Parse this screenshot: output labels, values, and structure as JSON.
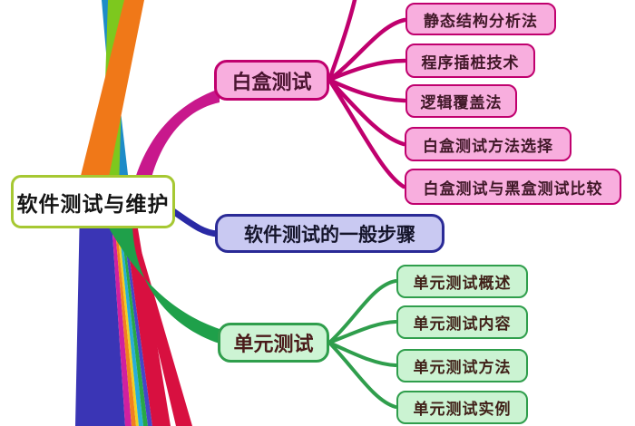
{
  "root": {
    "label": "软件测试与维护"
  },
  "branches": [
    {
      "label": "白盒测试",
      "children": [
        "静态结构分析法",
        "程序插桩技术",
        "逻辑覆盖法",
        "白盒测试方法选择",
        "白盒测试与黑盒测试比较"
      ]
    },
    {
      "label": "软件测试的一般步骤",
      "children": []
    },
    {
      "label": "单元测试",
      "children": [
        "单元测试概述",
        "单元测试内容",
        "单元测试方法",
        "单元测试实例"
      ]
    }
  ],
  "colors": {
    "root_border": "#A6C832",
    "magenta": "#C0006E",
    "ribbon_magenta": "#C8188C",
    "pink_fill": "#F8AEDE",
    "blue_border": "#2A2A96",
    "blue_fill": "#C9C9F2",
    "blue_connector": "#2A2AA5",
    "green": "#2F9E4C",
    "green_fill": "#CBF3D2",
    "green_ribbon": "#1FA04A",
    "ribbon_teal": "#1E8CC8",
    "ribbon_lime": "#7DC81E",
    "ribbon_orange": "#F07818",
    "ribbon_indigo": "#3A35B5",
    "ribbon_pink": "#D020A0",
    "ribbon_orange2": "#F08020",
    "ribbon_yellow": "#F0D020",
    "ribbon_cyan": "#28AED8",
    "ribbon_green2": "#28A848",
    "ribbon_violet": "#4646C8",
    "ribbon_crimson": "#D81040"
  }
}
